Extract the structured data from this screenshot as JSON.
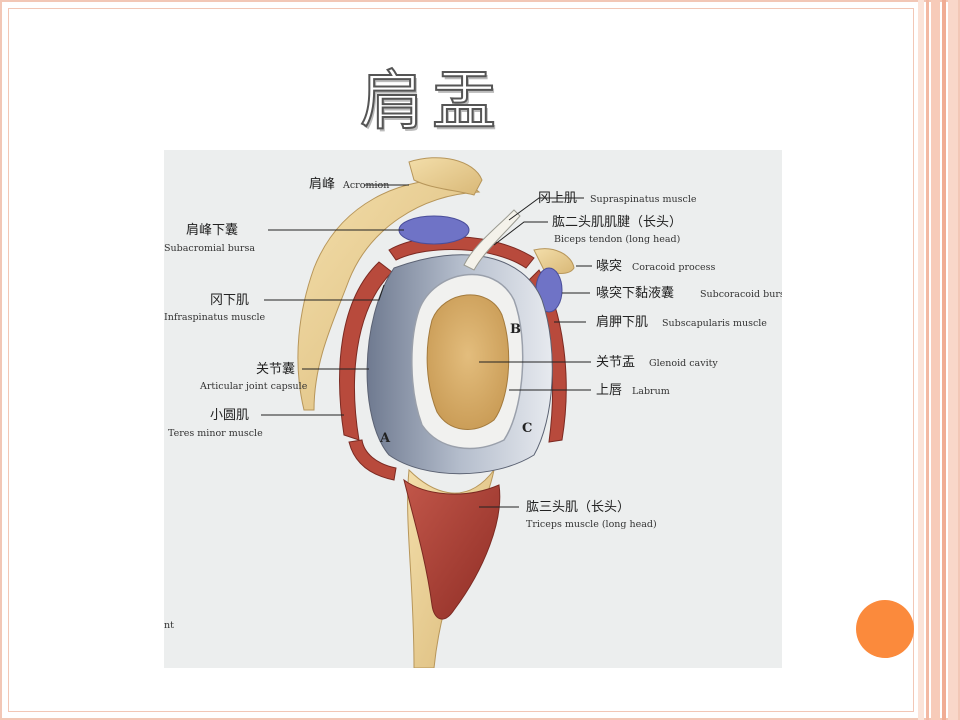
{
  "slide": {
    "title": "肩盂"
  },
  "colors": {
    "frame": "#f2c7b6",
    "accent_dot": "#fb8a3c",
    "bone": "#e8cf8f",
    "muscle": "#b84a3c",
    "bursa": "#6f73c6",
    "capsule": "#8e9aae",
    "cartilage": "#d9b271"
  },
  "figure": {
    "labels": {
      "acromion": {
        "cn": "肩峰",
        "en": "Acromion"
      },
      "subacromial_bursa": {
        "cn": "肩峰下囊",
        "en": "Subacromial bursa"
      },
      "infraspinatus": {
        "cn": "冈下肌",
        "en": "Infraspinatus muscle"
      },
      "joint_capsule": {
        "cn": "关节囊",
        "en": "Articular joint capsule"
      },
      "teres_minor": {
        "cn": "小圆肌",
        "en": "Teres minor muscle"
      },
      "supraspinatus": {
        "cn": "冈上肌",
        "en": "Supraspinatus muscle"
      },
      "biceps_tendon": {
        "cn": "肱二头肌肌腱（长头）",
        "en": "Biceps tendon (long head)"
      },
      "coracoid": {
        "cn": "喙突",
        "en": "Coracoid process"
      },
      "subcoracoid_bursa": {
        "cn": "喙突下黏液囊",
        "en": "Subcoracoid bursa"
      },
      "subscapularis": {
        "cn": "肩胛下肌",
        "en": "Subscapularis muscle"
      },
      "glenoid": {
        "cn": "关节盂",
        "en": "Glenoid cavity"
      },
      "labrum": {
        "cn": "上唇",
        "en": "Labrum"
      },
      "triceps": {
        "cn": "肱三头肌（长头）",
        "en": "Triceps muscle (long head)"
      }
    },
    "region_letters": {
      "a": "A",
      "b": "B",
      "c": "C"
    },
    "edge_fragment": "nt"
  }
}
